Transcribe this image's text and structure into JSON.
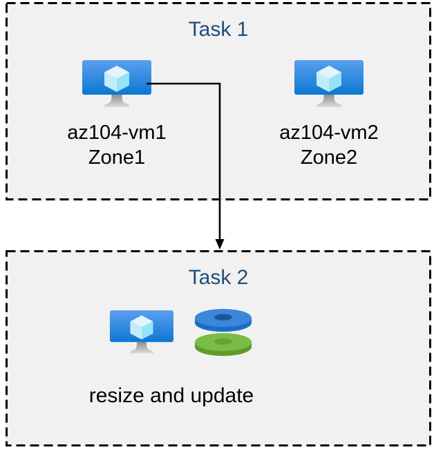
{
  "task1": {
    "title": "Task 1",
    "vms": [
      {
        "name": "az104-vm1",
        "zone": "Zone1",
        "icon": "virtual-machine-icon"
      },
      {
        "name": "az104-vm2",
        "zone": "Zone2",
        "icon": "virtual-machine-icon"
      }
    ]
  },
  "task2": {
    "title": "Task 2",
    "caption": "resize and update",
    "icons": [
      "virtual-machine-icon",
      "disks-icon"
    ]
  },
  "connector": {
    "from": "az104-vm1",
    "to": "Task 2",
    "style": "elbow-arrow-down"
  },
  "colors": {
    "title_text": "#1f4e79",
    "label_text": "#000000",
    "box_background": "#f1f1f2",
    "box_border": "#000000",
    "arrow": "#000000",
    "vm_screen_top": "#5c9fee",
    "vm_screen_bottom": "#0b77d3",
    "vm_cube_top": "#e1f5fe",
    "vm_cube_left": "#c3ecfb",
    "vm_cube_right": "#96e3f9",
    "disk_blue_top": "#3b87db",
    "disk_blue_side": "#1a6fc5",
    "disk_blue_hole": "#155a94",
    "disk_green_top": "#7abd44",
    "disk_green_side": "#5d9c2b",
    "disk_green_hole": "#64a433"
  }
}
